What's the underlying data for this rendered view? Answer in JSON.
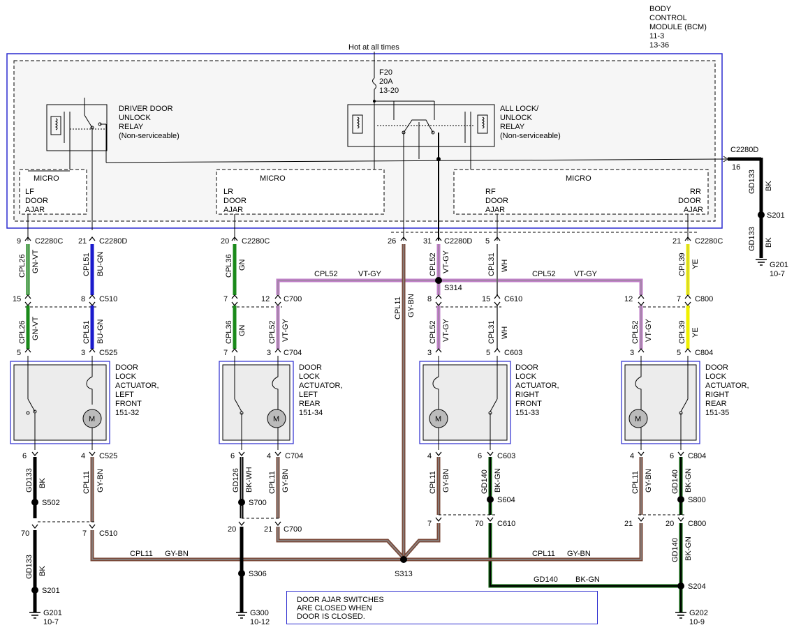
{
  "bcm": {
    "title": [
      "BODY",
      "CONTROL",
      "MODULE (BCM)",
      "11-3",
      "13-36"
    ],
    "hot_label": "Hot at all times",
    "fuse": [
      "F20",
      "20A",
      "13-20"
    ],
    "driver_relay": [
      "DRIVER DOOR",
      "UNLOCK",
      "RELAY",
      "(Non-serviceable)"
    ],
    "all_relay": [
      "ALL LOCK/",
      "UNLOCK",
      "RELAY",
      "(Non-serviceable)"
    ],
    "micro_label": "MICRO",
    "lf_ajar": [
      "LF",
      "DOOR",
      "AJAR"
    ],
    "lr_ajar": [
      "LR",
      "DOOR",
      "AJAR"
    ],
    "rf_ajar": [
      "RF",
      "DOOR",
      "AJAR"
    ],
    "rr_ajar": [
      "RR",
      "DOOR",
      "AJAR"
    ]
  },
  "connectors": {
    "c2280c": "C2280C",
    "c2280d": "C2280D",
    "c510": "C510",
    "c525": "C525",
    "c700": "C700",
    "c704": "C704",
    "c610": "C610",
    "c603": "C603",
    "c800": "C800",
    "c804": "C804"
  },
  "pins": {
    "p9": "9",
    "p21a": "21",
    "p20a": "20",
    "p26": "26",
    "p31": "31",
    "p5a": "5",
    "p21b": "21",
    "p15a": "15",
    "p8a": "8",
    "p7a": "7",
    "p12a": "12",
    "p8b": "8",
    "p15b": "15",
    "p12b": "12",
    "p7b": "7",
    "p5b": "5",
    "p3a": "3",
    "p7c": "7",
    "p3b": "3",
    "p3c": "3",
    "p5c": "5",
    "p3d": "3",
    "p5d": "5",
    "p6a": "6",
    "p4a": "4",
    "p6b": "6",
    "p4b": "4",
    "p4c": "4",
    "p6c": "6",
    "p4d": "4",
    "p6d": "6",
    "p70a": "70",
    "p7d": "7",
    "p20b": "20",
    "p21c": "21",
    "p7e": "7",
    "p70b": "70",
    "p21d": "21",
    "p20c": "20",
    "p16": "16"
  },
  "wires": {
    "cpl26": "CPL26",
    "gnvt": "GN-VT",
    "cpl51": "CPL51",
    "bugn": "BU-GN",
    "cpl36": "CPL36",
    "gn": "GN",
    "cpl52": "CPL52",
    "vtgy": "VT-GY",
    "cpl11": "CPL11",
    "gybn": "GY-BN",
    "cpl31": "CPL31",
    "wh": "WH",
    "cpl39": "CPL39",
    "ye": "YE",
    "gd133": "GD133",
    "bk": "BK",
    "gd126": "GD126",
    "bkwh": "BK-WH",
    "gd140": "GD140",
    "bkgn": "BK-GN"
  },
  "splices": {
    "s314": "S314",
    "s313": "S313",
    "s502": "S502",
    "s201a": "S201",
    "s700": "S700",
    "s306": "S306",
    "s604": "S604",
    "s800": "S800",
    "s204": "S204",
    "s201b": "S201"
  },
  "grounds": {
    "g201a": [
      "G201",
      "10-7"
    ],
    "g300": [
      "G300",
      "10-12"
    ],
    "g202": [
      "G202",
      "10-9"
    ],
    "g201b": [
      "G201",
      "10-7"
    ]
  },
  "actuators": {
    "lf": [
      "DOOR",
      "LOCK",
      "ACTUATOR,",
      "LEFT",
      "FRONT",
      "151-32"
    ],
    "lr": [
      "DOOR",
      "LOCK",
      "ACTUATOR,",
      "LEFT",
      "REAR",
      "151-34"
    ],
    "rf": [
      "DOOR",
      "LOCK",
      "ACTUATOR,",
      "RIGHT",
      "FRONT",
      "151-33"
    ],
    "rr": [
      "DOOR",
      "LOCK",
      "ACTUATOR,",
      "RIGHT",
      "REAR",
      "151-35"
    ],
    "motor": "M"
  },
  "note": [
    "DOOR AJAR SWITCHES",
    "ARE CLOSED WHEN",
    "DOOR IS CLOSED."
  ],
  "colors": {
    "border_blue": "#2a2acf",
    "gn": "#1a8a1a",
    "bu": "#1a1acc",
    "vt": "#c080c8",
    "gy": "#8a8a8a",
    "bn": "#7a4a3a",
    "ye": "#f0f000",
    "bk": "#000000",
    "gnbk": "#0a5a0a"
  }
}
